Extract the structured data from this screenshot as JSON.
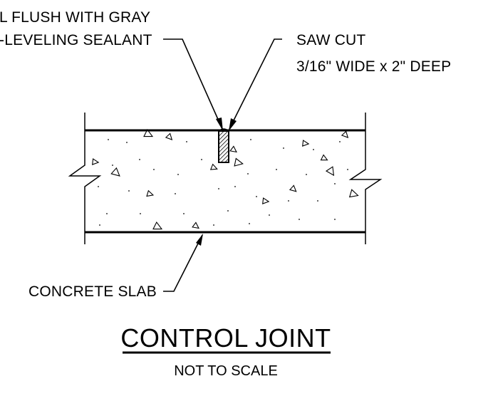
{
  "labels": {
    "sealant_line1": "L FLUSH WITH GRAY",
    "sealant_line2": "-LEVELING SEALANT",
    "sawcut_line1": "SAW CUT",
    "sawcut_line2": "3/16\" WIDE x 2\" DEEP",
    "slab": "CONCRETE SLAB"
  },
  "title": "CONTROL JOINT",
  "subtitle": "NOT TO SCALE",
  "colors": {
    "ink": "#000000",
    "background": "#ffffff"
  }
}
